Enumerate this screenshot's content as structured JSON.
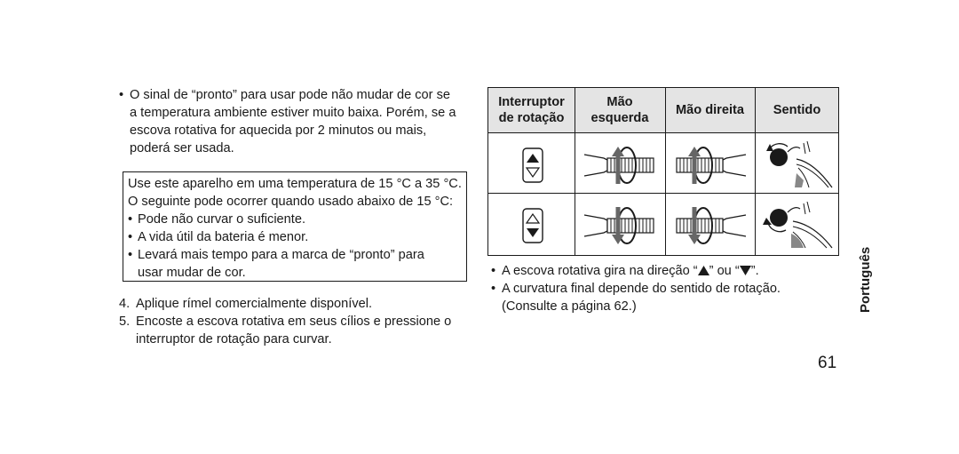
{
  "intro_bullets": [
    "O sinal de “pronto” para usar pode não mudar de cor se",
    "a temperatura ambiente estiver muito baixa. Porém, se a",
    "escova rotativa for aquecida por 2 minutos ou mais,",
    "poderá ser usada."
  ],
  "notice": {
    "line1": "Use este aparelho em uma temperatura de 15 °C a 35 °C.",
    "line2": "O seguinte pode ocorrer quando usado abaixo de 15 °C:",
    "items": [
      "Pode não curvar o suficiente.",
      "A vida útil da bateria é menor.",
      "Levará mais tempo para a marca de “pronto” para usar mudar de cor."
    ]
  },
  "steps": [
    {
      "num": "4.",
      "text": "Aplique rímel comercialmente disponível."
    },
    {
      "num": "5.",
      "text": "Encoste a escova rotativa em seus cílios e pressione o interruptor de rotação para curvar."
    }
  ],
  "table": {
    "headers": {
      "switch_line1": "Interruptor",
      "switch_line2": "de rotação",
      "left_line1": "Mão",
      "left_line2": "esquerda",
      "right": "Mão direita",
      "direction": "Sentido"
    },
    "rows": [
      {
        "switch_icon": "switch-up-pressed-icon",
        "left_icon": "brush-rotate-up-icon",
        "right_icon": "brush-rotate-up-icon",
        "direction_icon": "eye-curl-up-icon"
      },
      {
        "switch_icon": "switch-down-pressed-icon",
        "left_icon": "brush-rotate-down-icon",
        "right_icon": "brush-rotate-down-icon",
        "direction_icon": "eye-curl-down-icon"
      }
    ]
  },
  "right_bullets": {
    "b1_before": "A escova rotativa gira na direção “",
    "b1_middle": "” ou “",
    "b1_after": "”.",
    "b2": "A curvatura final depende do sentido de rotação. (Consulte a página 62.)"
  },
  "language_tab": "Português",
  "page_number": "61",
  "bullet_char": "•"
}
